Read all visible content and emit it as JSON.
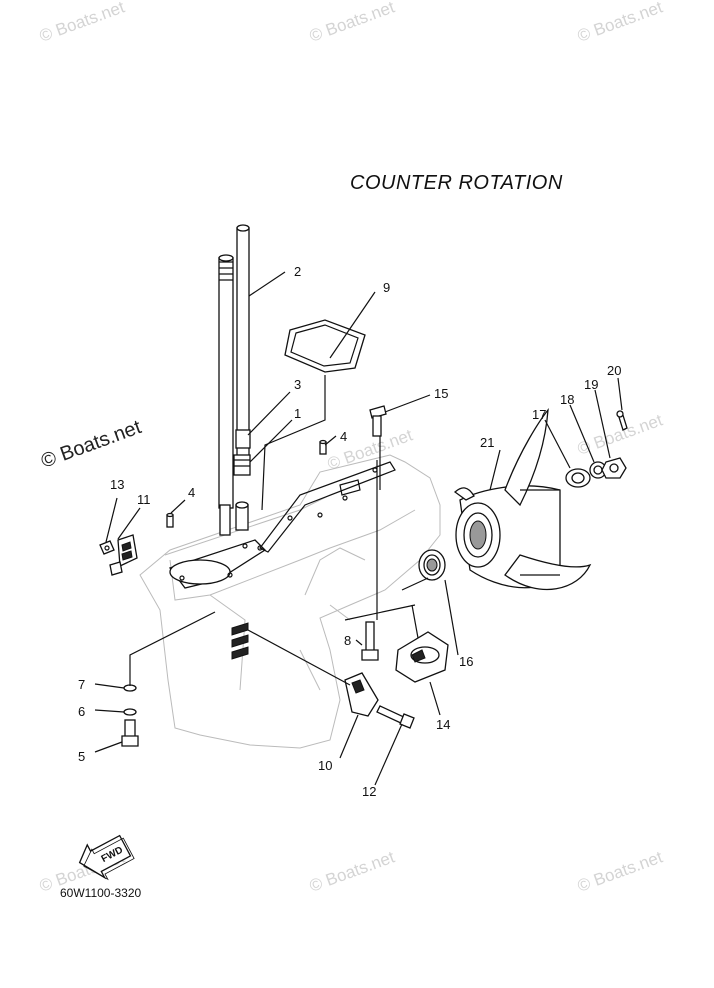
{
  "diagram": {
    "title": "COUNTER ROTATION",
    "drawing_code": "60W1100-3320",
    "fwd_label": "FWD"
  },
  "watermarks": {
    "text": "© Boats.net",
    "side_text": "© Boats.net"
  },
  "callouts": [
    {
      "id": "c1",
      "label": "1"
    },
    {
      "id": "c2",
      "label": "2"
    },
    {
      "id": "c3",
      "label": "3"
    },
    {
      "id": "c4a",
      "label": "4"
    },
    {
      "id": "c4b",
      "label": "4"
    },
    {
      "id": "c5",
      "label": "5"
    },
    {
      "id": "c6",
      "label": "6"
    },
    {
      "id": "c7",
      "label": "7"
    },
    {
      "id": "c8",
      "label": "8"
    },
    {
      "id": "c9",
      "label": "9"
    },
    {
      "id": "c10",
      "label": "10"
    },
    {
      "id": "c11",
      "label": "11"
    },
    {
      "id": "c12",
      "label": "12"
    },
    {
      "id": "c13",
      "label": "13"
    },
    {
      "id": "c14",
      "label": "14"
    },
    {
      "id": "c15",
      "label": "15"
    },
    {
      "id": "c16",
      "label": "16"
    },
    {
      "id": "c17",
      "label": "17"
    },
    {
      "id": "c18",
      "label": "18"
    },
    {
      "id": "c19",
      "label": "19"
    },
    {
      "id": "c20",
      "label": "20"
    },
    {
      "id": "c21",
      "label": "21"
    }
  ]
}
